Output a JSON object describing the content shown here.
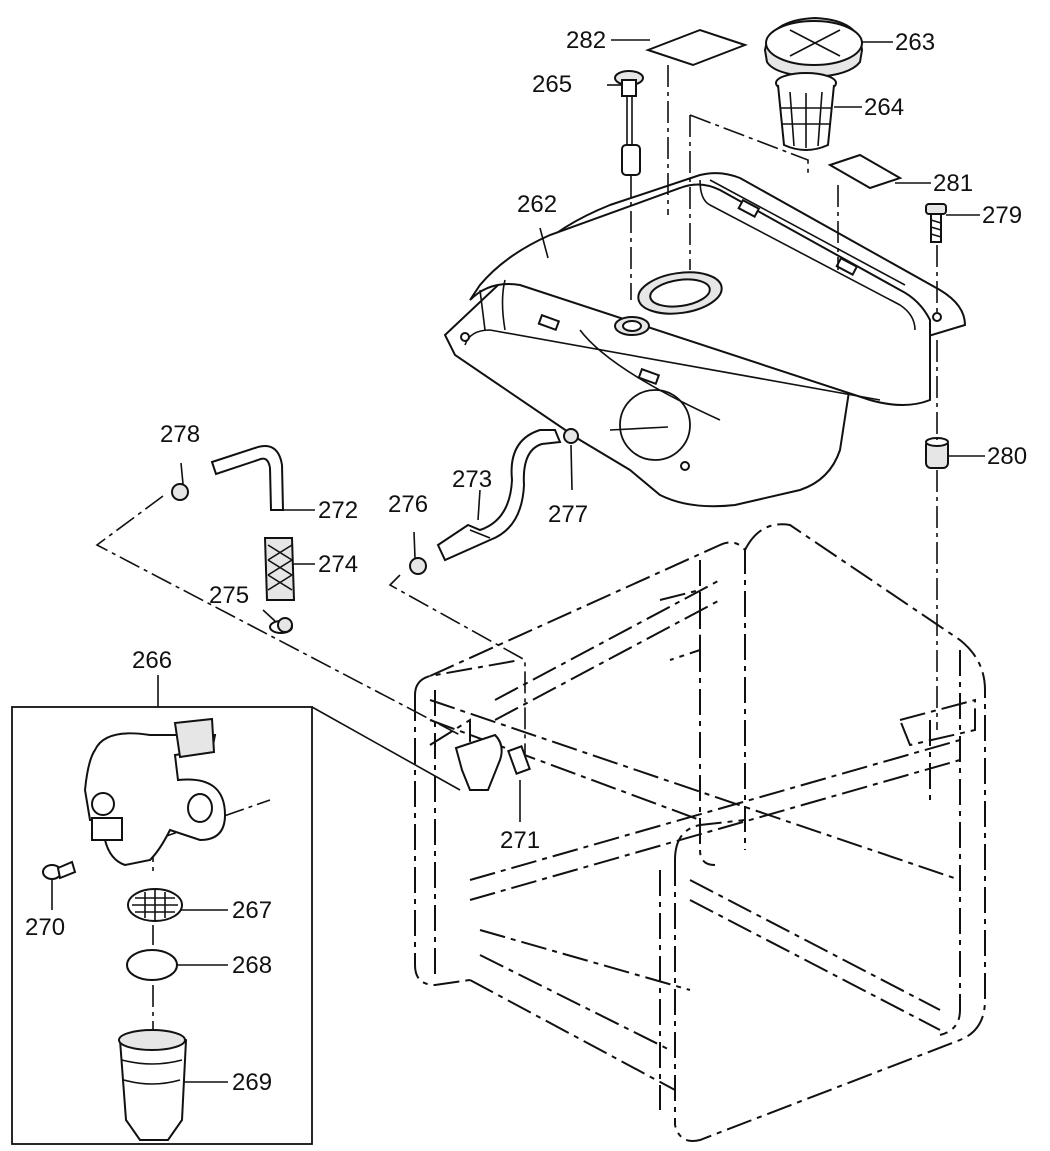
{
  "callouts": {
    "c262": "262",
    "c263": "263",
    "c264": "264",
    "c265": "265",
    "c266": "266",
    "c267": "267",
    "c268": "268",
    "c269": "269",
    "c270": "270",
    "c271": "271",
    "c272": "272",
    "c273": "273",
    "c274": "274",
    "c275": "275",
    "c276": "276",
    "c277": "277",
    "c278": "278",
    "c279": "279",
    "c280": "280",
    "c281": "281",
    "c282": "282"
  },
  "colors": {
    "line": "#111111",
    "fill_light": "#e6e6e6",
    "fill_mid": "#bdbdbd",
    "background": "#ffffff"
  }
}
